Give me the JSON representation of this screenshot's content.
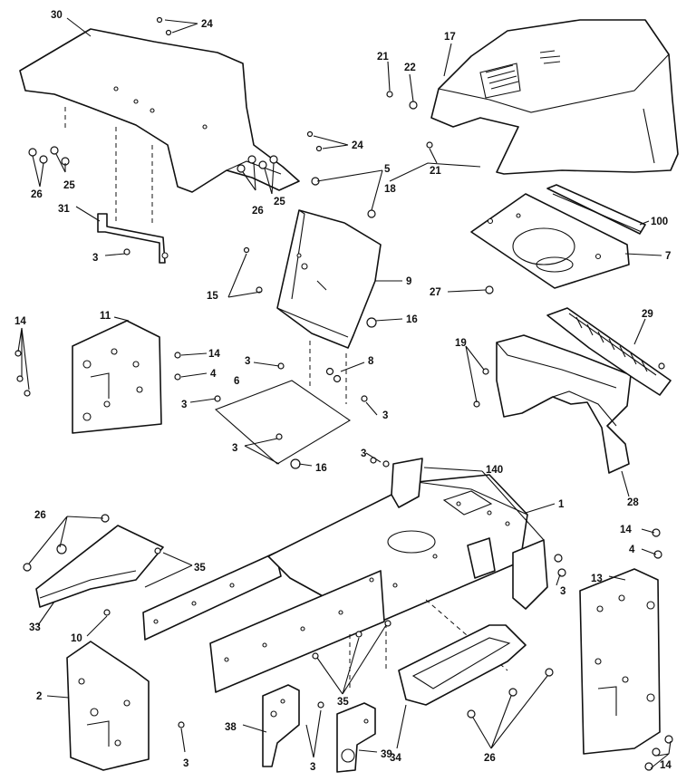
{
  "callouts": {
    "c30": "30",
    "c24a": "24",
    "c24b": "24",
    "c26a": "26",
    "c25a": "25",
    "c26b": "26",
    "c25b": "25",
    "c31": "31",
    "c3a": "3",
    "c17": "17",
    "c21a": "21",
    "c22": "22",
    "c21b": "21",
    "c18": "18",
    "c5": "5",
    "c100": "100",
    "c7": "7",
    "c27": "27",
    "c15": "15",
    "c9": "9",
    "c16a": "16",
    "c14a": "14",
    "c11": "11",
    "c14b": "14",
    "c4a": "4",
    "c3b": "3",
    "c8": "8",
    "c6": "6",
    "c3c": "3",
    "c3d": "3",
    "c3e": "3",
    "c16b": "16",
    "c29": "29",
    "c19": "19",
    "c28": "28",
    "c3f": "3",
    "c140": "140",
    "c1": "1",
    "c26c": "26",
    "c35a": "35",
    "c33": "33",
    "c10": "10",
    "c3g": "3",
    "c14c": "14",
    "c4b": "4",
    "c13": "13",
    "c2": "2",
    "c3h": "3",
    "c38": "38",
    "c3i": "3",
    "c39": "39",
    "c35b": "35",
    "c34": "34",
    "c26d": "26",
    "c14d": "14"
  }
}
